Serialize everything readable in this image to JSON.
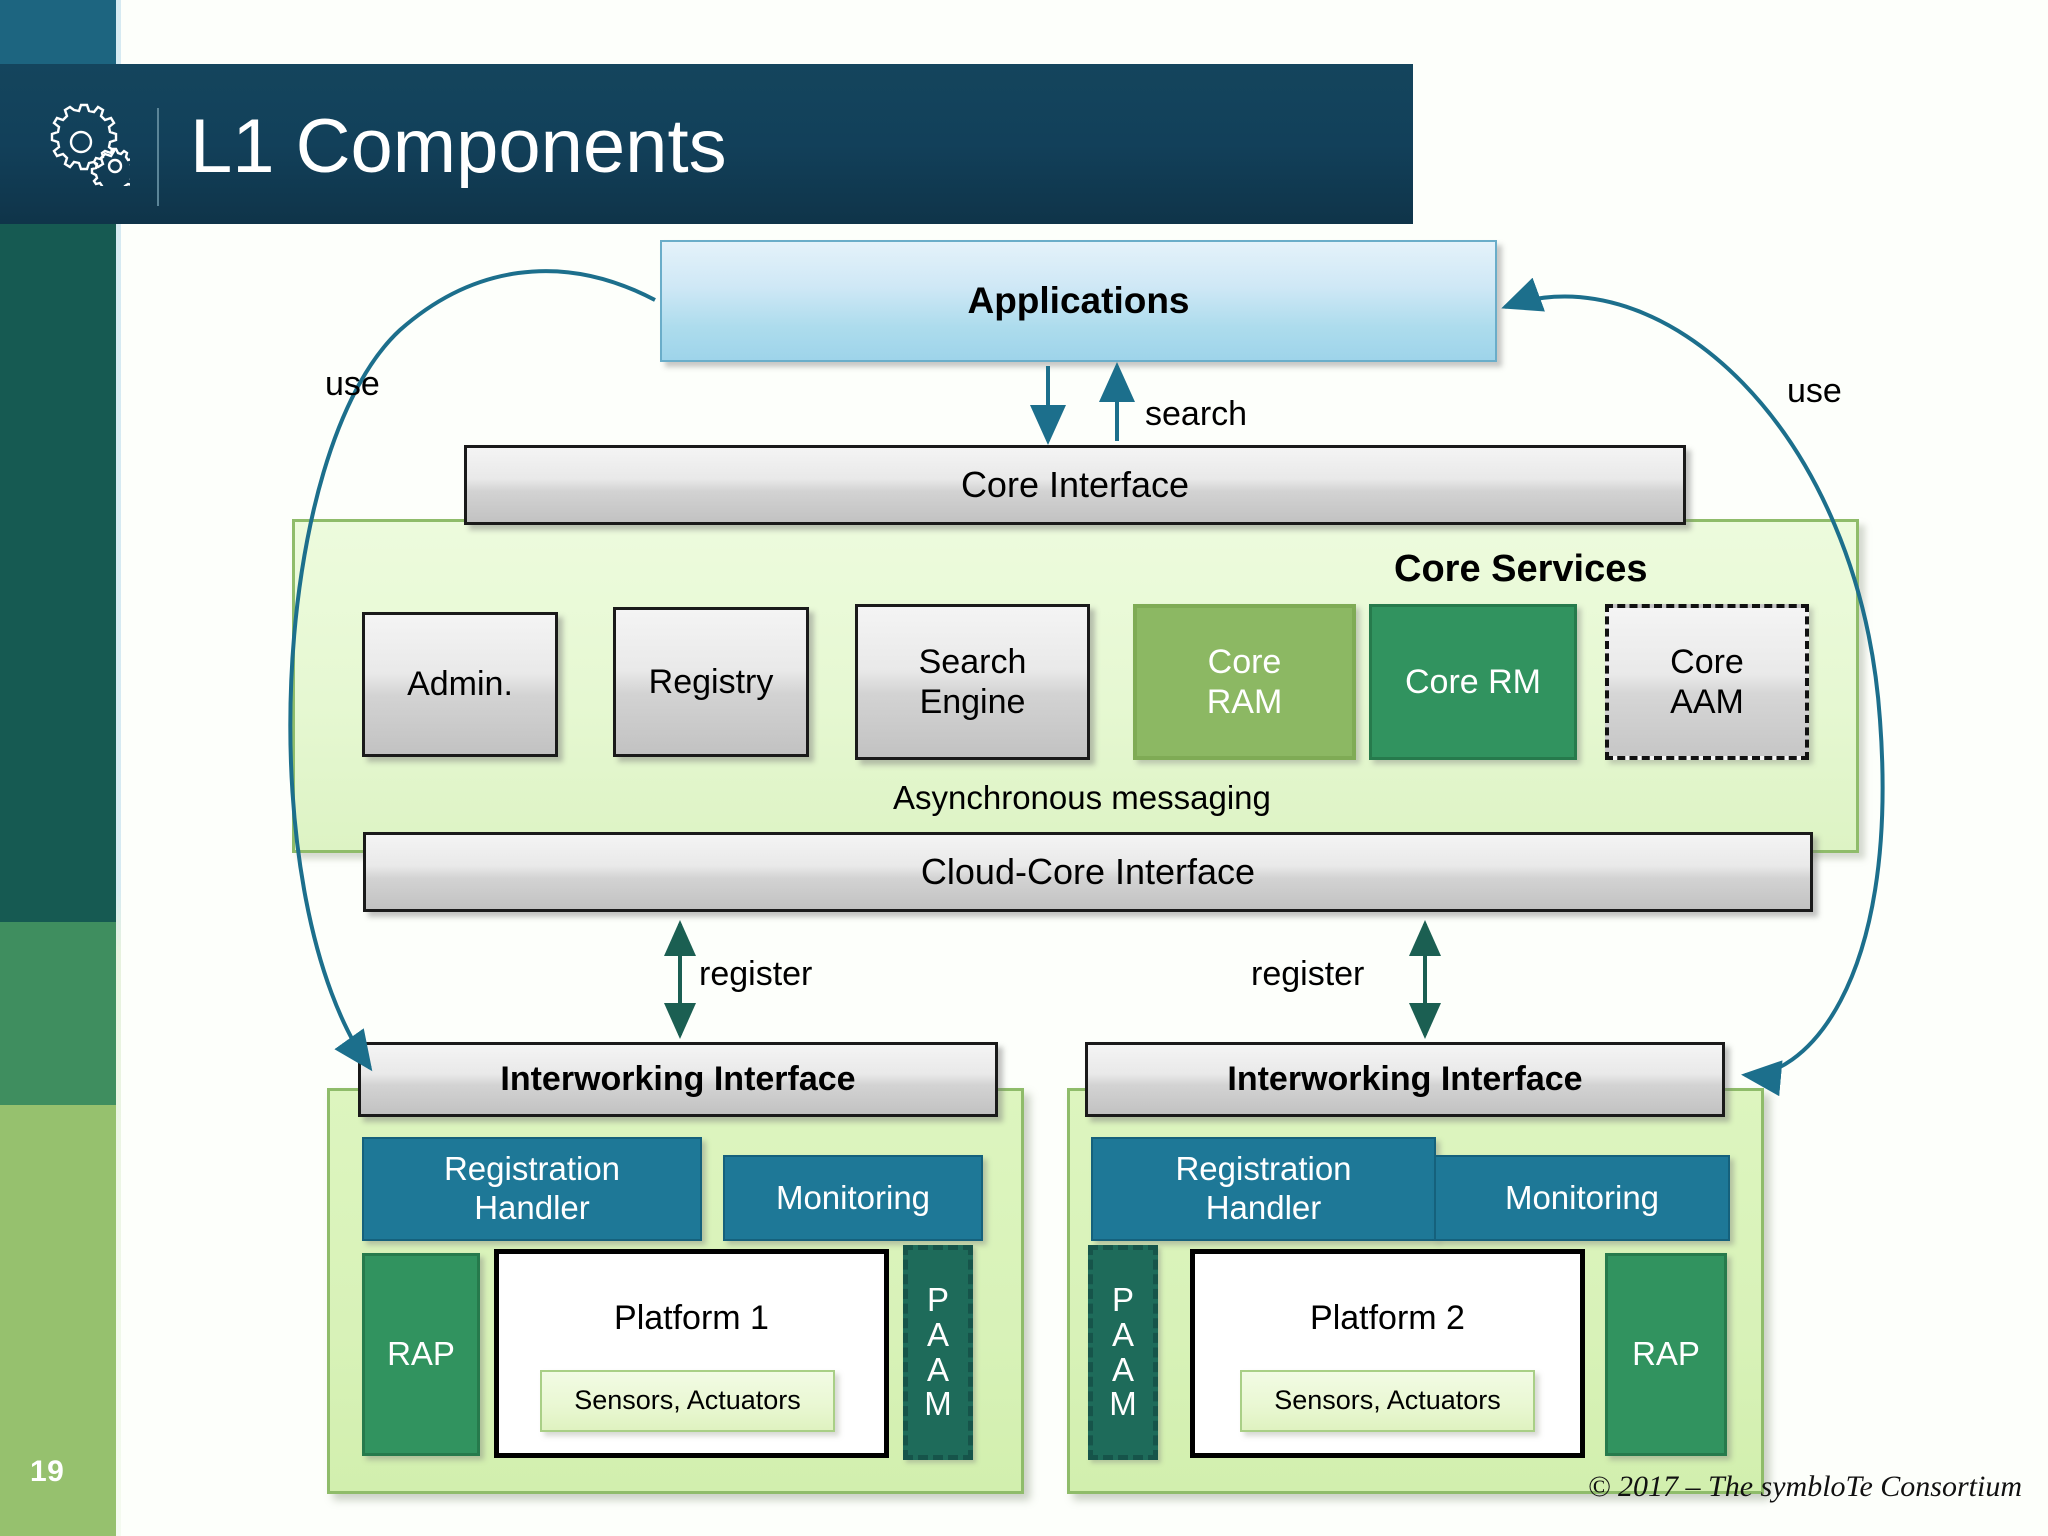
{
  "slide": {
    "title": "L1 Components",
    "page_number": "19",
    "footer": "© 2017 – The symbloTe Consortium",
    "title_icon": "gears-icon",
    "accent_dark": "#14455d",
    "accent_teal": "#1e7897",
    "accent_green": "#31935f",
    "accent_olive": "#8cb863",
    "accent_light_green": "#ddf5bf",
    "rail_colors": [
      "#1d6580",
      "#15435a",
      "#165a52",
      "#3f8e5f",
      "#96c16e"
    ]
  },
  "diagram": {
    "applications": "Applications",
    "core_interface": "Core Interface",
    "core_services_title": "Core Services",
    "core_services": [
      {
        "label": "Admin.",
        "style": "grey"
      },
      {
        "label": "Registry",
        "style": "grey"
      },
      {
        "label": "Search\nEngine",
        "line1": "Search",
        "line2": "Engine",
        "style": "grey"
      },
      {
        "label": "Core\nRAM",
        "line1": "Core",
        "line2": "RAM",
        "style": "olive"
      },
      {
        "label": "Core RM",
        "style": "green"
      },
      {
        "label": "Core\nAAM",
        "line1": "Core",
        "line2": "AAM",
        "style": "grey-dashed"
      }
    ],
    "async_messaging": "Asynchronous messaging",
    "cloud_core_interface": "Cloud-Core Interface",
    "labels": {
      "use_left": "use",
      "use_right": "use",
      "search": "search",
      "register_left": "register",
      "register_right": "register"
    },
    "platforms": [
      {
        "interworking_interface": "Interworking Interface",
        "registration_handler_line1": "Registration",
        "registration_handler_line2": "Handler",
        "monitoring": "Monitoring",
        "rap": "RAP",
        "paam": "PAAM",
        "paam_letters": [
          "P",
          "A",
          "A",
          "M"
        ],
        "platform_name": "Platform 1",
        "sensors": "Sensors, Actuators",
        "paam_side": "right"
      },
      {
        "interworking_interface": "Interworking Interface",
        "registration_handler_line1": "Registration",
        "registration_handler_line2": "Handler",
        "monitoring": "Monitoring",
        "rap": "RAP",
        "paam": "PAAM",
        "paam_letters": [
          "P",
          "A",
          "A",
          "M"
        ],
        "platform_name": "Platform 2",
        "sensors": "Sensors, Actuators",
        "paam_side": "left"
      }
    ]
  }
}
